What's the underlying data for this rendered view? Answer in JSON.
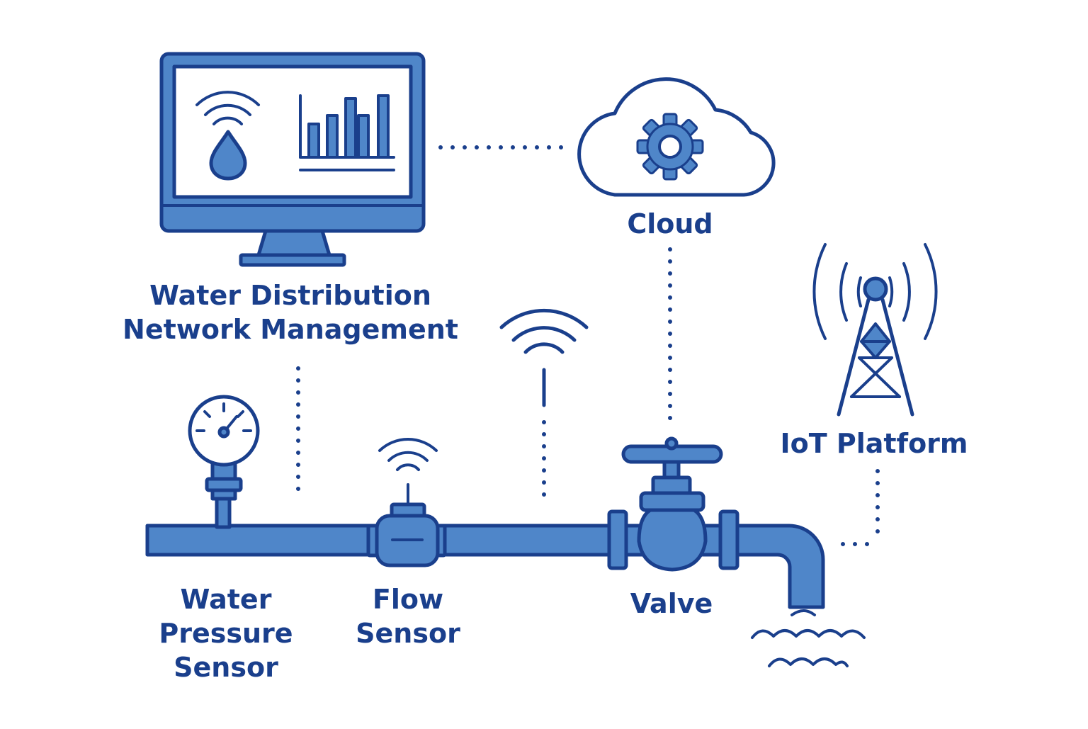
{
  "colors": {
    "stroke": "#1a3f8c",
    "fill": "#4f86c9",
    "background": "#ffffff"
  },
  "labels": {
    "management_line1": "Water Distribution",
    "management_line2": "Network Management",
    "cloud": "Cloud",
    "iot_platform": "IoT Platform",
    "pressure_line1": "Water",
    "pressure_line2": "Pressure",
    "pressure_line3": "Sensor",
    "flow_line1": "Flow",
    "flow_line2": "Sensor",
    "valve": "Valve"
  },
  "icons": {
    "monitor": "monitor-icon",
    "cloud": "cloud-gear-icon",
    "tower": "cell-tower-icon",
    "gauge": "pressure-gauge-icon",
    "flow_meter": "flow-meter-icon",
    "valve": "valve-icon",
    "wifi": "wifi-signal-icon",
    "water": "water-waves-icon"
  }
}
